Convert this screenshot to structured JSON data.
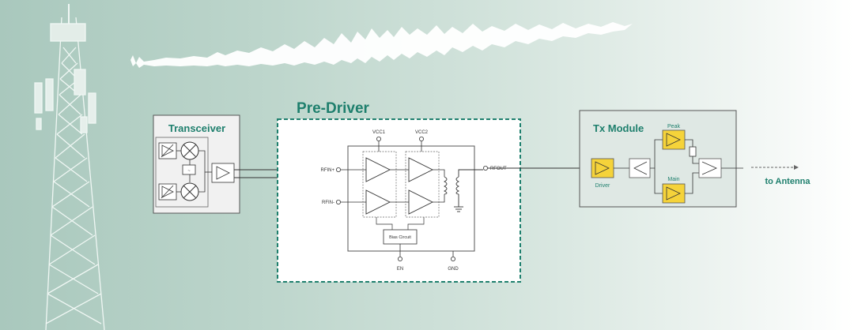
{
  "diagram": {
    "transceiver": {
      "title": "Transceiver"
    },
    "predriver": {
      "title": "Pre-Driver",
      "pins": {
        "vcc1": "VCC1",
        "vcc2": "VCC2",
        "rfin_p": "RFIN+",
        "rfin_n": "RFIN-",
        "rfout": "RFOUT",
        "en": "EN",
        "gnd": "GND"
      },
      "bias_label": "Bias Circuit"
    },
    "tx_module": {
      "title": "Tx Module",
      "driver_label": "Driver",
      "peak_label": "Peak",
      "main_label": "Main"
    },
    "antenna_label": "to Antenna"
  },
  "colors": {
    "accent": "#1e7f6d",
    "amp_yellow": "#f5d33a",
    "block_fill": "#f1f1f1",
    "background_left": "#a9c8bd"
  }
}
